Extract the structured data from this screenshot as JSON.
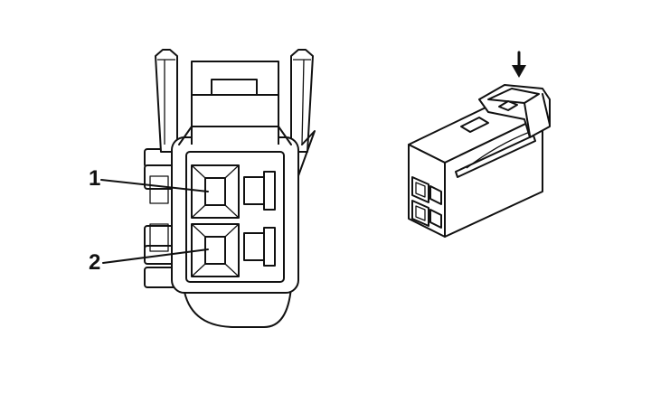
{
  "diagram": {
    "callouts": [
      {
        "label": "1",
        "pin": 1
      },
      {
        "label": "2",
        "pin": 2
      }
    ],
    "colors": {
      "stroke": "#111111",
      "background": "#ffffff"
    },
    "icons": [
      "down-arrow-icon"
    ]
  }
}
